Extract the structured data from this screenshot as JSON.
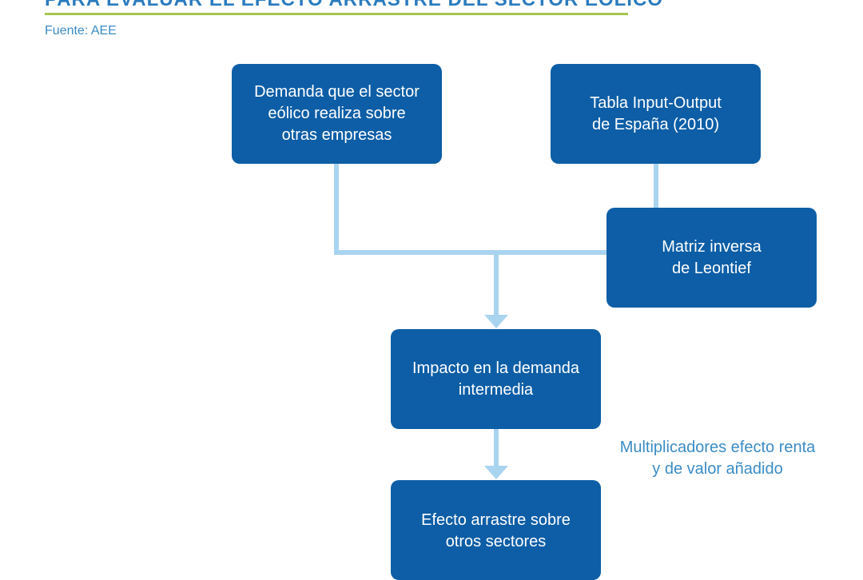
{
  "header": {
    "title": "PARA EVALUAR EL EFECTO ARRASTRE DEL SECTOR EÓLICO",
    "source": "Fuente: AEE"
  },
  "diagram": {
    "nodes": {
      "demanda": "Demanda que el sector\neólico realiza sobre\notras empresas",
      "tabla": "Tabla Input-Output\nde España (2010)",
      "matriz": "Matriz inversa\nde Leontief",
      "impacto": "Impacto en la demanda\nintermedia",
      "efecto": "Efecto arrastre sobre\notros sectores"
    },
    "annotation": "Multiplicadores efecto renta\ny de valor añadido"
  },
  "colors": {
    "box": "#0d5ea6",
    "connector": "#a9d4f0",
    "accent_rule": "#a6c64c",
    "title": "#2b7bbf"
  }
}
